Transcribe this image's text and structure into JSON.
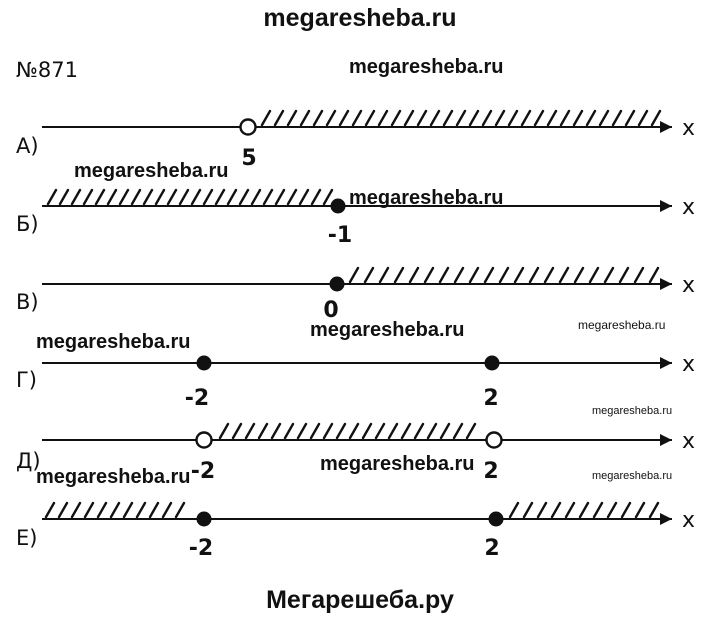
{
  "header_watermark": "megaresheba.ru",
  "footer_watermark": "Мегарешеба.ру",
  "problem_number": "№871",
  "watermarks": [
    "megaresheba.ru",
    "megaresheba.ru",
    "megaresheba.ru",
    "megaresheba.ru",
    "megaresheba.ru",
    "megaresheba.ru",
    "megaresheba.ru",
    "megaresheba.ru",
    "megaresheba.ru",
    "megaresheba.ru"
  ],
  "axis_label": "x",
  "rows": [
    {
      "label": "А)",
      "points": [
        {
          "text": "5",
          "filled": false
        }
      ]
    },
    {
      "label": "Б)",
      "points": [
        {
          "text": "-1",
          "filled": true
        }
      ]
    },
    {
      "label": "В)",
      "points": [
        {
          "text": "0",
          "filled": true
        }
      ]
    },
    {
      "label": "Г)",
      "points": [
        {
          "text": "-2",
          "filled": true
        },
        {
          "text": "2",
          "filled": true
        }
      ]
    },
    {
      "label": "Д)",
      "points": [
        {
          "text": "-2",
          "filled": false
        },
        {
          "text": "2",
          "filled": false
        }
      ]
    },
    {
      "label": "Е)",
      "points": [
        {
          "text": "-2",
          "filled": true
        },
        {
          "text": "2",
          "filled": true
        }
      ]
    }
  ]
}
